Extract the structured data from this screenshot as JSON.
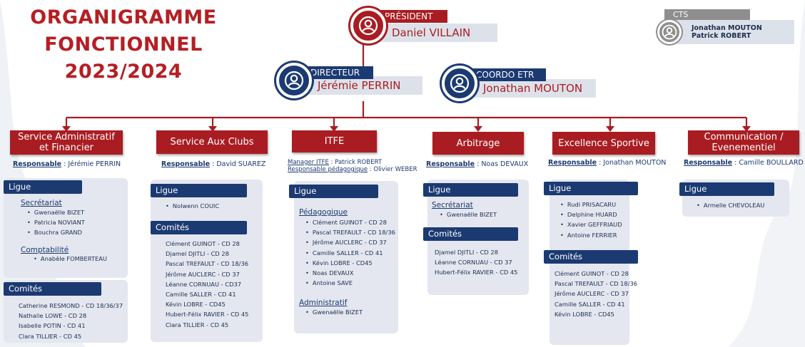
{
  "title": [
    "ORGANIGRAMME",
    "FONCTIONNEL",
    "2023/2024"
  ],
  "roles": {
    "president": {
      "tag": "PRÉSIDENT",
      "name": "Daniel VILLAIN"
    },
    "directeur": {
      "tag": "DIRECTEUR",
      "name": "Jérémie PERRIN"
    },
    "coordo": {
      "tag": "COORDO ETR",
      "name": "Jonathan MOUTON"
    },
    "cts": {
      "tag": "CTS",
      "names": [
        "Jonathan MOUTON",
        "Patrick ROBERT"
      ]
    }
  },
  "colors": {
    "red": "#a91d22",
    "navy": "#1c3a72",
    "grey": "#8e8e8e",
    "card": "#e4e7ef"
  },
  "resp_label": "Responsable",
  "depts": {
    "admin": {
      "title": "Service Administratif et Financier",
      "resp": "Jérémie PERRIN",
      "ligue_label": "Ligue",
      "sec_label": "Secrétariat",
      "sec_items": [
        "Gwenaëlle BIZET",
        "Patricia NOVIANT",
        "Bouchra GRAND"
      ],
      "compta_label": "Comptabilité",
      "compta_items": [
        "Anabèle FOMBERTEAU"
      ],
      "comites_label": "Comités",
      "comites_items": [
        "Catherine RESMOND - CD 18/36/37",
        "Nathalie LOWE - CD 28",
        "Isabelle POTIN - CD 41",
        "Clara TILLIER - CD 45"
      ]
    },
    "clubs": {
      "title": "Service Aux Clubs",
      "resp": "David SUAREZ",
      "ligue_label": "Ligue",
      "ligue_items": [
        "Nolwenn COUIC"
      ],
      "comites_label": "Comités",
      "comites_items": [
        "Clément GUINOT - CD 28",
        "Djamel DJITLI - CD 28",
        "Pascal TREFAULT - CD 18/36",
        "Jérôme AUCLERC - CD 37",
        "Léanne CORNUAU - CD37",
        "Camille SALLER - CD 41",
        "Kévin LOBRE - CD45",
        "Hubert-Félix RAVIER - CD 45",
        "Clara TILLIER - CD 45"
      ]
    },
    "itfe": {
      "title": "ITFE",
      "manager_label": "Manager ITFE",
      "manager": "Patrick ROBERT",
      "resp_peda_label": "Responsable pédagogique",
      "resp_peda": "Olivier WEBER",
      "ligue_label": "Ligue",
      "peda_label": "Pédagogique",
      "peda_items": [
        "Clément GUINOT - CD 28",
        "Pascal TREFAULT - CD 18/36",
        "Jérôme AUCLERC - CD 37",
        "Camille SALLER - CD 41",
        "Kévin LOBRE - CD45",
        "Noas DEVAUX",
        "Antoine SAVE"
      ],
      "admin_label": "Administratif",
      "admin_items": [
        "Gwenaëlle BIZET"
      ]
    },
    "arbitrage": {
      "title": "Arbitrage",
      "resp": "Noas DEVAUX",
      "ligue_label": "Ligue",
      "sec_label": "Secrétariat",
      "sec_items": [
        "Gwenaëlle BIZET"
      ],
      "comites_label": "Comités",
      "comites_items": [
        "Djamel DJITLI - CD 28",
        "Léanne CORNUAU - CD 37",
        "Hubert-Félix RAVIER - CD 45"
      ]
    },
    "excellence": {
      "title": "Excellence Sportive",
      "resp": "Jonathan MOUTON",
      "ligue_label": "Ligue",
      "ligue_items": [
        "Rudi PRISACARU",
        "Delphine HUARD",
        "Xavier GEFFRIAUD",
        "Antoine FERRIER"
      ],
      "comites_label": "Comités",
      "comites_items": [
        "Clément GUINOT - CD 28",
        "Pascal TREFAULT - CD 18/36",
        "Jérôme AUCLERC - CD 37",
        "Camille SALLER - CD 41",
        "Kévin LOBRE - CD45"
      ]
    },
    "comm": {
      "title": "Communication / Evenementiel",
      "resp": "Camille BOULLARD",
      "ligue_label": "Ligue",
      "ligue_items": [
        "Armelle CHEVOLEAU"
      ]
    }
  }
}
